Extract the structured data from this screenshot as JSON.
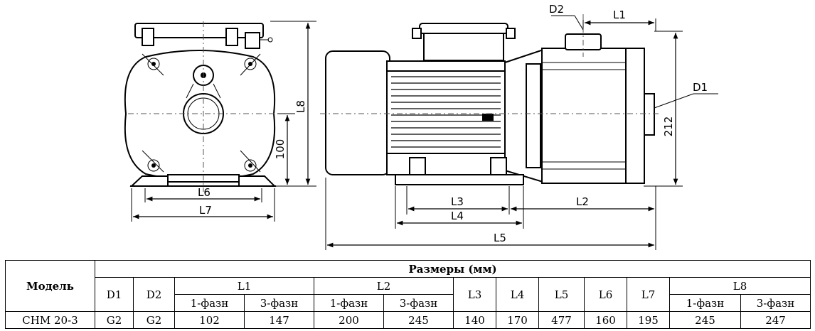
{
  "drawing": {
    "dim_labels": {
      "d2": "D2",
      "l1": "L1",
      "d1": "D1",
      "l8": "L8",
      "h100": "100",
      "h212": "212",
      "l6": "L6",
      "l7": "L7",
      "l3": "L3",
      "l4": "L4",
      "l2": "L2",
      "l5": "L5"
    }
  },
  "table": {
    "model_header": "Модель",
    "sizes_header": "Размеры (мм)",
    "columns": {
      "d1": "D1",
      "d2": "D2",
      "l1": "L1",
      "l2": "L2",
      "l3": "L3",
      "l4": "L4",
      "l5": "L5",
      "l6": "L6",
      "l7": "L7",
      "l8": "L8"
    },
    "sub": {
      "l1_1": "1-фазн",
      "l1_3": "3-фазн",
      "l2_1": "1-фазн",
      "l2_3": "3-фазн",
      "l8_1": "1-фазн",
      "l8_3": "3-фазн"
    },
    "row": {
      "model": "CHM 20-3",
      "d1": "G2",
      "d2": "G2",
      "l1_1": "102",
      "l1_3": "147",
      "l2_1": "200",
      "l2_3": "245",
      "l3": "140",
      "l4": "170",
      "l5": "477",
      "l6": "160",
      "l7": "195",
      "l8_1": "245",
      "l8_3": "247"
    }
  }
}
